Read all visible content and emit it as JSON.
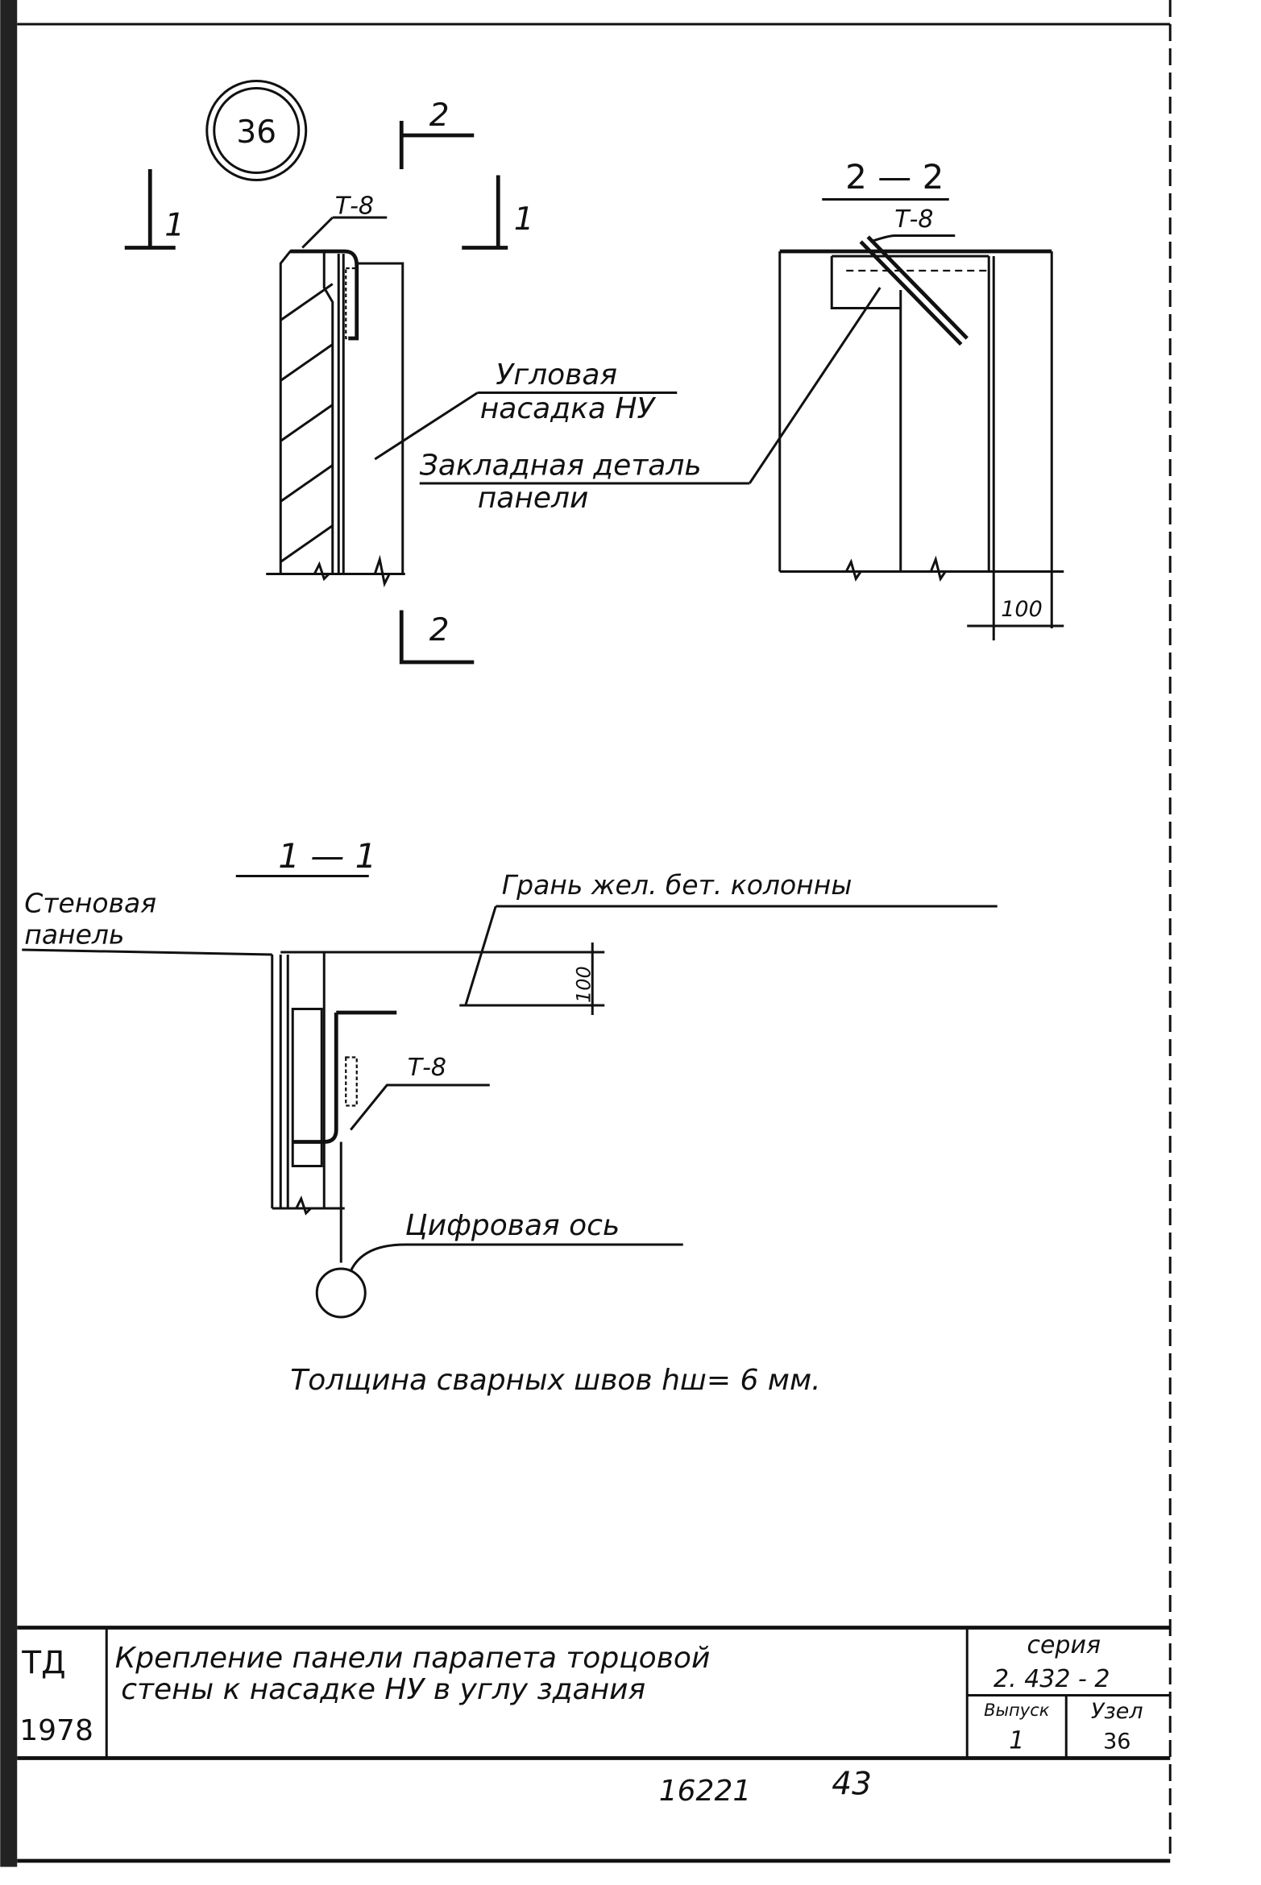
{
  "node_badge": "36",
  "section_marks": {
    "s1_left": "1",
    "s1_right": "1",
    "s2_top": "2",
    "s2_bottom": "2"
  },
  "view_2_2": {
    "title": "2 — 2",
    "weld": "Т-8",
    "dimension": "100"
  },
  "view_main": {
    "weld": "Т-8"
  },
  "labels": {
    "corner_cap_1": "Угловая",
    "corner_cap_2": "насадка НУ",
    "embedded_1": "Закладная деталь",
    "embedded_2": "панели"
  },
  "view_1_1": {
    "title": "1 — 1",
    "wall_panel_1": "Стеновая",
    "wall_panel_2": "панель",
    "column_face": "Грань жел. бет.  колонны",
    "dimension": "100",
    "weld": "Т-8",
    "axis": "Цифровая ось"
  },
  "note": "Толщина  сварных  швов hш= 6 мм.",
  "title_block": {
    "org": "ТД",
    "year": "1978",
    "title_1": "Крепление  панели  парапета  торцовой",
    "title_2": "стены  к насадке НУ  в  углу  здания",
    "series_label": "серия",
    "series_value": "2. 432 - 2",
    "issue_label": "Выпуск",
    "issue_value": "1",
    "node_label": "Узел",
    "node_value": "36"
  },
  "footer": {
    "inventory": "16221",
    "page": "43"
  }
}
